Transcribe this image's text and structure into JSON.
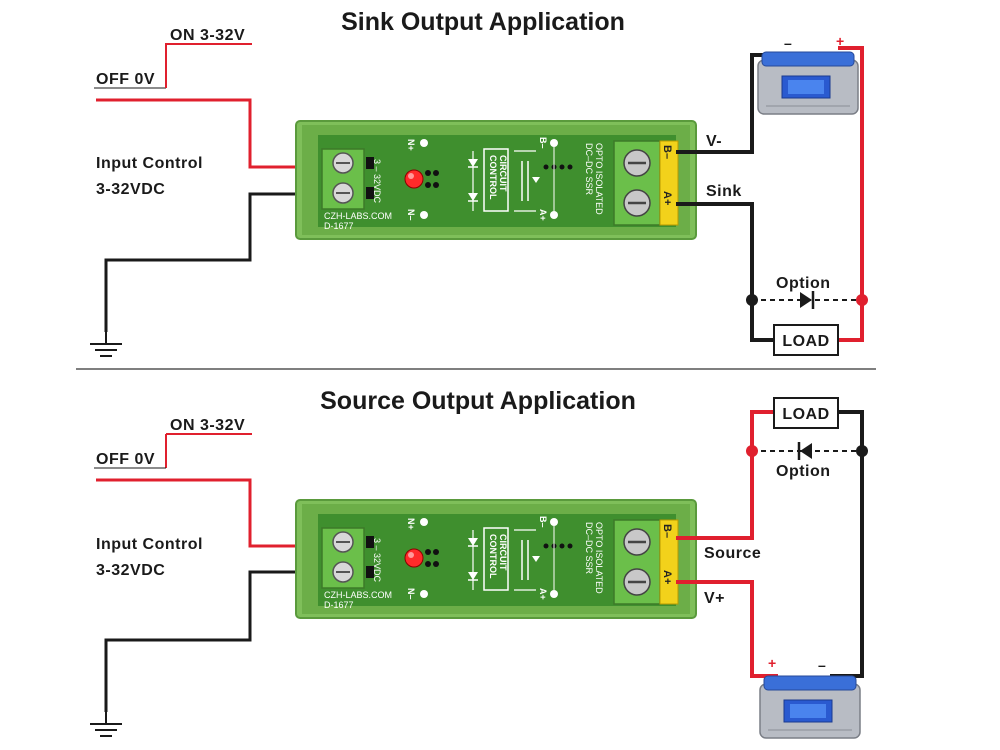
{
  "sink": {
    "title": "Sink Output Application",
    "on_label": "ON 3-32V",
    "off_label": "OFF 0V",
    "input_label_1": "Input Control",
    "input_label_2": "3-32VDC",
    "out_top_label": "V-",
    "out_bottom_label": "Sink",
    "option_label": "Option",
    "load_label": "LOAD",
    "battery_minus": "–",
    "battery_plus": "+"
  },
  "source": {
    "title": "Source Output Application",
    "on_label": "ON 3-32V",
    "off_label": "OFF 0V",
    "input_label_1": "Input Control",
    "input_label_2": "3-32VDC",
    "out_top_label": "Source",
    "out_bottom_label": "V+",
    "option_label": "Option",
    "load_label": "LOAD",
    "battery_minus": "–",
    "battery_plus": "+"
  },
  "module": {
    "input_terminal_label": "3 – 32VDC",
    "vendor": "CZH-LABS.COM",
    "part_no": "D-1677",
    "n_plus": "N+",
    "n_minus": "N–",
    "block_label_1": "CONTROL",
    "block_label_2": "CIRCUIT",
    "b_minus": "B–",
    "a_plus": "A+",
    "desc_1": "OPTO ISOLATED",
    "desc_2": "DC–DC SSR",
    "term_a": "A+",
    "term_b": "B–"
  },
  "colors": {
    "wire_red": "#e0202e",
    "wire_black": "#1a1a1a",
    "pcb_green": "#4fa03a",
    "case_green": "#7fbf5a",
    "terminal_green": "#6bbf4a",
    "terminal_yellow": "#f2d21b",
    "battery_blue": "#3a6fd8"
  }
}
